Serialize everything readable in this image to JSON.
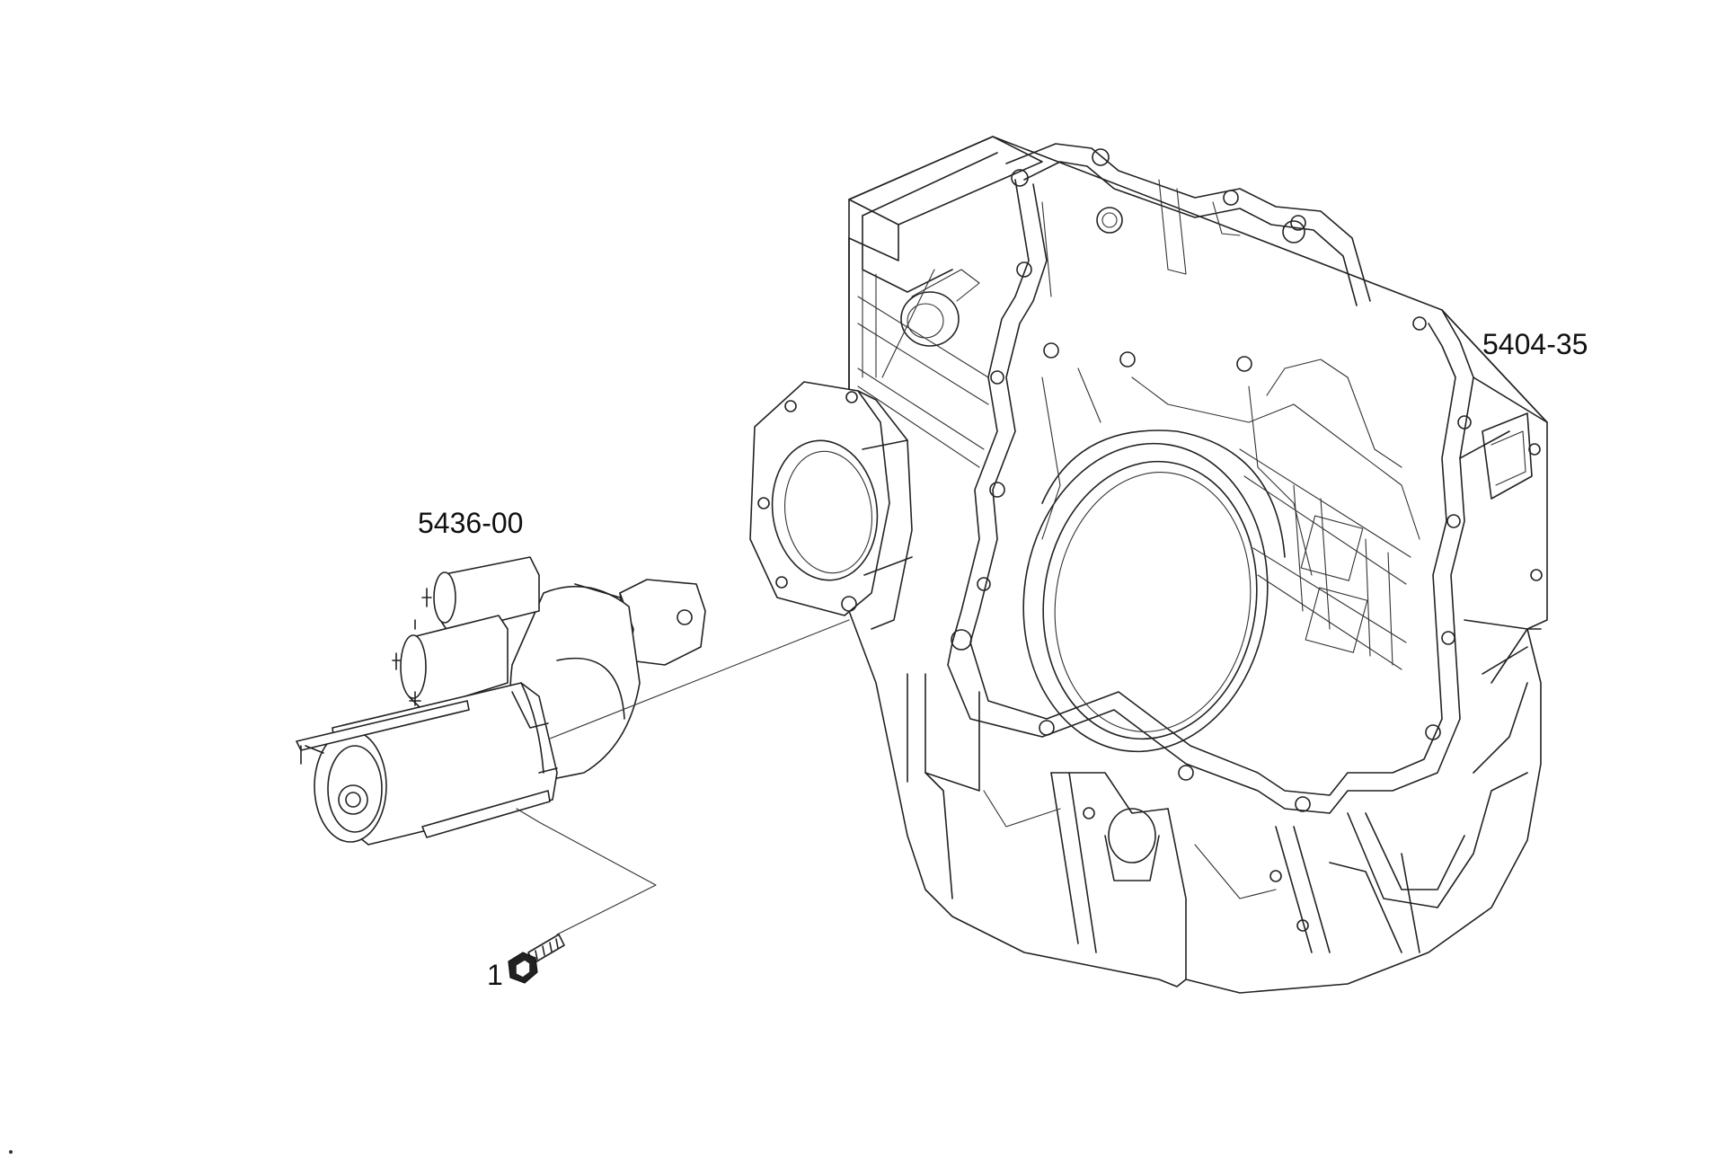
{
  "labels": {
    "flywheel_housing": "5404-35",
    "starter_motor": "5436-00",
    "bolt": "1"
  }
}
